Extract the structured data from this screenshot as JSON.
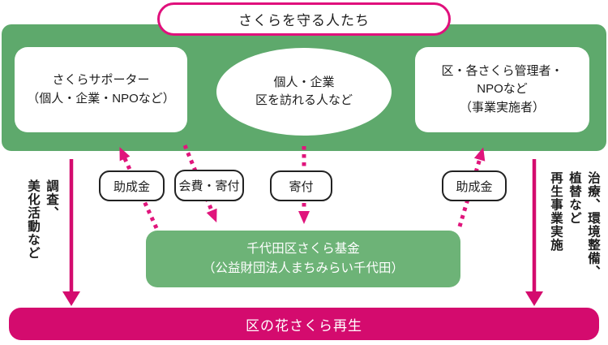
{
  "colors": {
    "banner_green": "#5ea96c",
    "fund_green": "#6db377",
    "magenta": "#d40b6e",
    "arrow_pink": "#e0157c",
    "pill_border": "#e0107c",
    "text_dark": "#1d1d1d"
  },
  "title_pill": {
    "label": "さくらを守る人たち"
  },
  "actors": {
    "supporter": {
      "label": "さくらサポーター\n（個人・企業・NPOなど）"
    },
    "visitor": {
      "label": "個人・企業\n区を訪れる人など"
    },
    "manager": {
      "label": "区・各さくら管理者・\nNPOなど\n（事業実施者）"
    }
  },
  "flow_labels": {
    "subsidy_left": "助成金",
    "fee_donation": "会費・寄付",
    "donation": "寄付",
    "subsidy_right": "助成金"
  },
  "fund": {
    "label": "千代田区さくら基金\n（公益財団法人まちみらい千代田）"
  },
  "side_notes": {
    "left": "調査、\n美化活動など",
    "right": "治療、環境整備、\n植替など\n再生事業実施"
  },
  "bottom_bar": {
    "label": "区の花さくら再生"
  }
}
